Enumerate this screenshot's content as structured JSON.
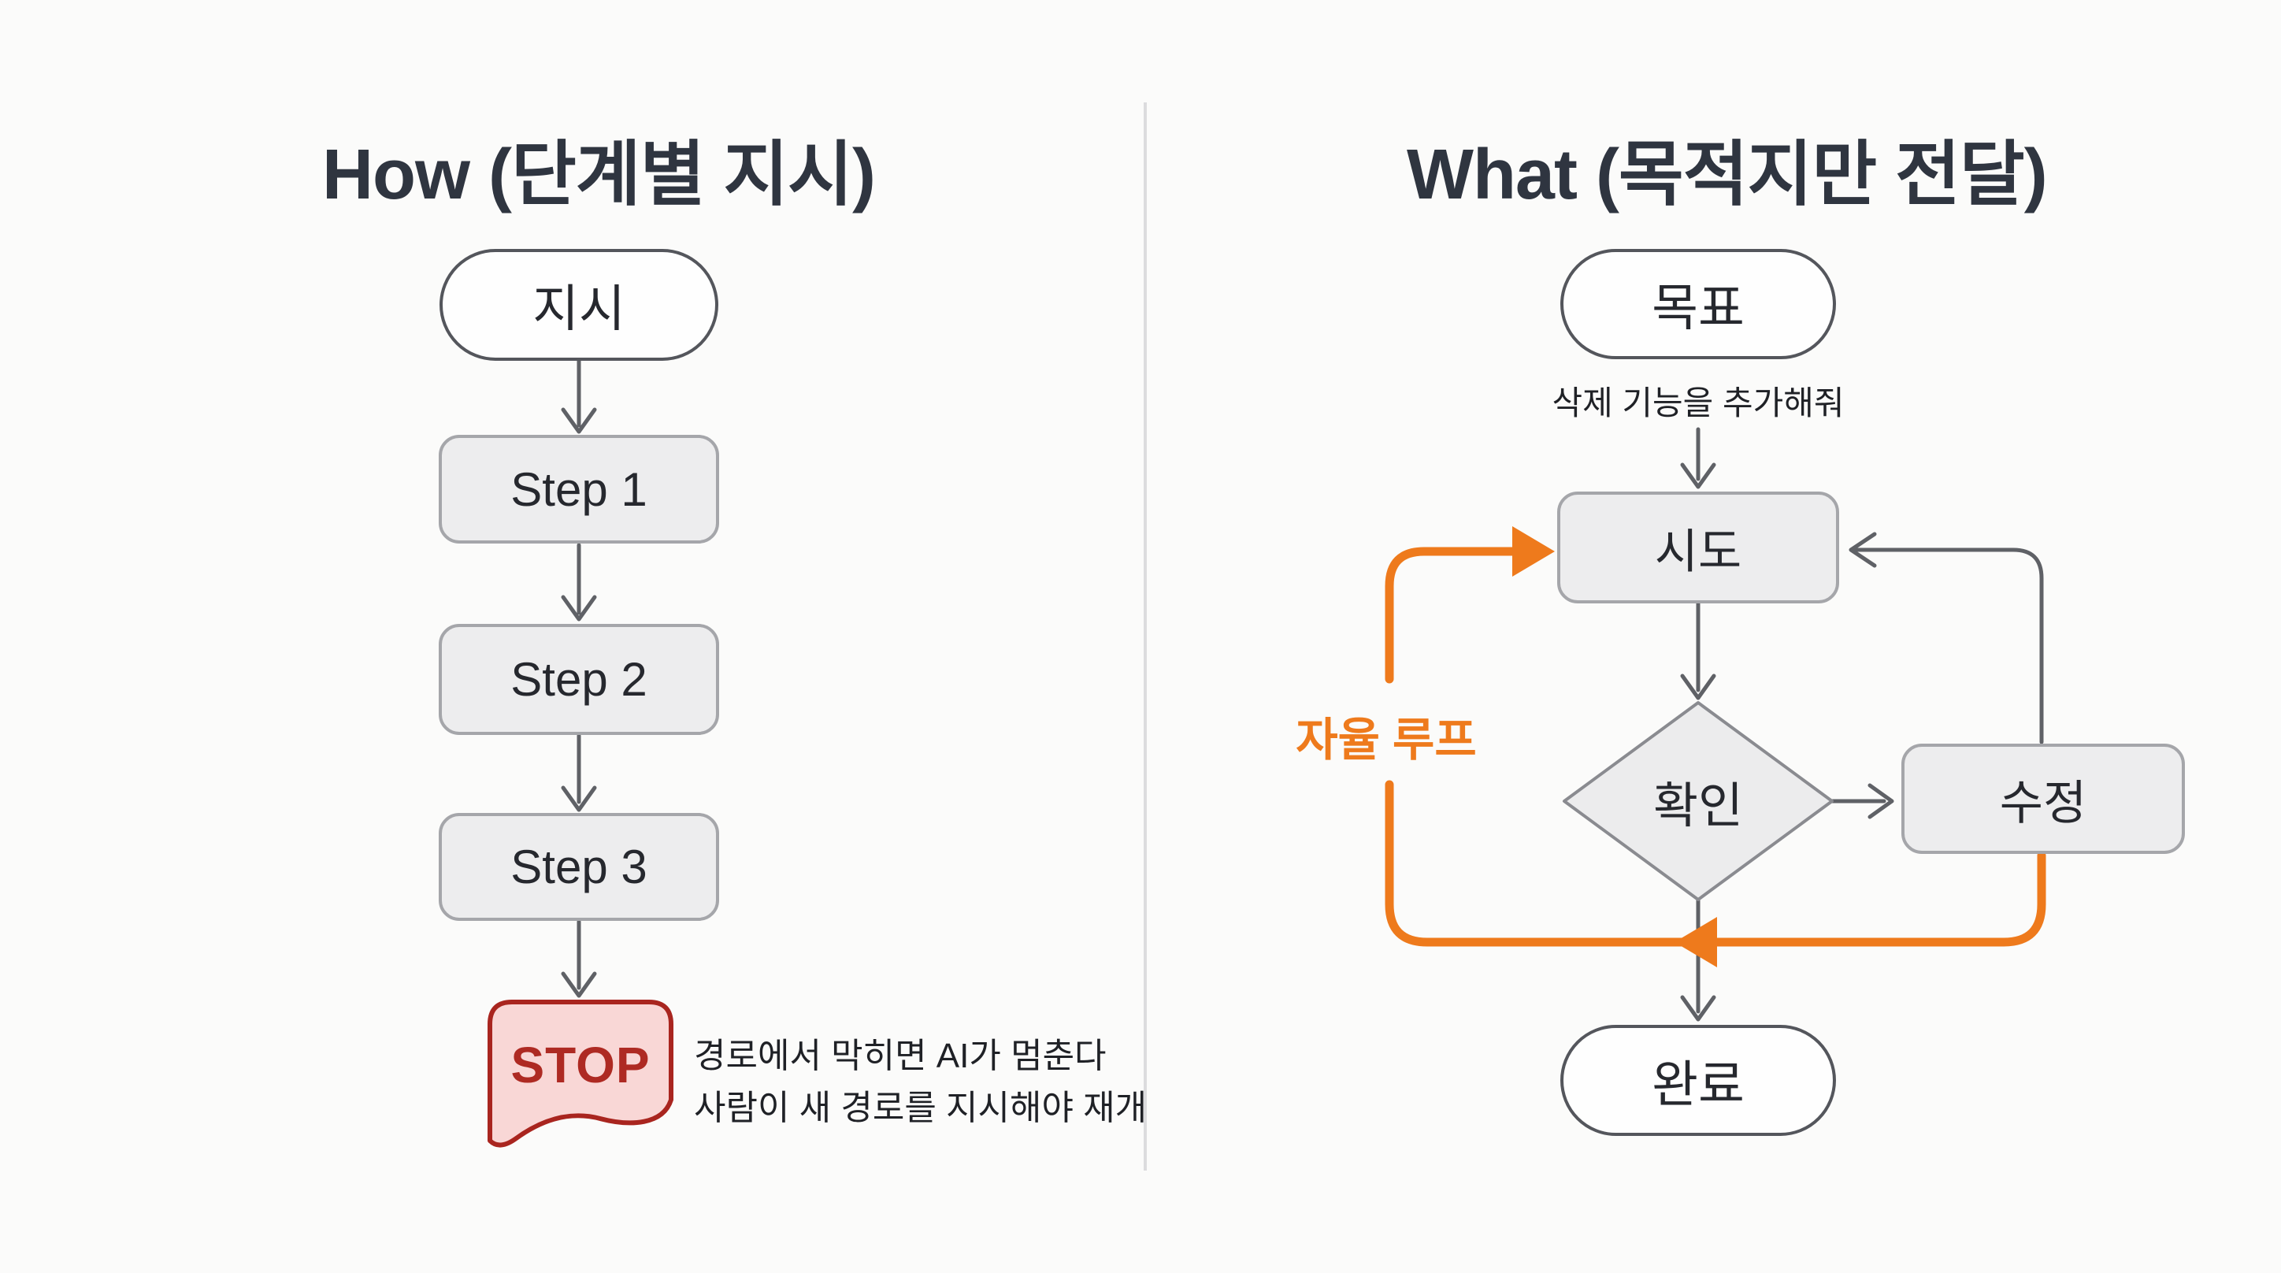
{
  "left_panel": {
    "title": "How (단계별 지시)",
    "nodes": {
      "start": "지시",
      "step1": "Step 1",
      "step2": "Step 2",
      "step3": "Step 3",
      "stop": "STOP"
    },
    "stop_note_line1": "경로에서 막히면 AI가 멈춘다",
    "stop_note_line2": "사람이 새 경로를 지시해야 재개"
  },
  "right_panel": {
    "title": "What (목적지만 전달)",
    "nodes": {
      "goal": "목표",
      "try": "시도",
      "check": "확인",
      "fix": "수정",
      "done": "완료"
    },
    "goal_note": "삭제 기능을 추가해줘",
    "loop_label": "자율 루프"
  },
  "colors": {
    "background": "#FBFBFA",
    "title_text": "#2F3540",
    "node_text": "#26282E",
    "pill_border": "#54565C",
    "process_fill": "#EDEDEE",
    "process_border": "#A5A6AA",
    "arrow_gray": "#5F6166",
    "accent_orange": "#EE7A1C",
    "stop_fill": "#F9D7D6",
    "stop_border": "#A9251F",
    "stop_text": "#AE2A23",
    "divider": "#DCDCDE"
  }
}
